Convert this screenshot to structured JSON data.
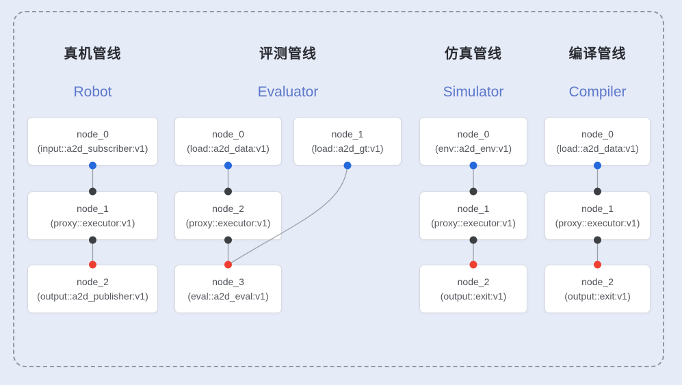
{
  "diagram": {
    "colors": {
      "background": "#e6ebf8",
      "dashed_border": "#9298a3",
      "node_background": "#ffffff",
      "node_border": "#d6d9de",
      "edge": "#98a0a8",
      "port_input_blue": "#2569dd",
      "port_intermediate_dark": "#3d4043",
      "port_output_red": "#ee4031",
      "title_zh_color": "#2a2c31",
      "title_en_color": "#5c78cb"
    },
    "pipelines": [
      {
        "title_zh": "真机管线",
        "title_en": "Robot",
        "nodes": [
          {
            "name": "node_0",
            "type": "(input::a2d_subscriber:v1)"
          },
          {
            "name": "node_1",
            "type": "(proxy::executor:v1)"
          },
          {
            "name": "node_2",
            "type": "(output::a2d_publisher:v1)"
          }
        ]
      },
      {
        "title_zh": "评测管线",
        "title_en": "Evaluator",
        "nodes": [
          {
            "name": "node_0",
            "type": "(load::a2d_data:v1)"
          },
          {
            "name": "node_1",
            "type": "(load::a2d_gt:v1)"
          },
          {
            "name": "node_2",
            "type": "(proxy::executor:v1)"
          },
          {
            "name": "node_3",
            "type": "(eval::a2d_eval:v1)"
          }
        ]
      },
      {
        "title_zh": "仿真管线",
        "title_en": "Simulator",
        "nodes": [
          {
            "name": "node_0",
            "type": "(env::a2d_env:v1)"
          },
          {
            "name": "node_1",
            "type": "(proxy::executor:v1)"
          },
          {
            "name": "node_2",
            "type": "(output::exit:v1)"
          }
        ]
      },
      {
        "title_zh": "编译管线",
        "title_en": "Compiler",
        "nodes": [
          {
            "name": "node_0",
            "type": "(load::a2d_data:v1)"
          },
          {
            "name": "node_1",
            "type": "(proxy::executor:v1)"
          },
          {
            "name": "node_2",
            "type": "(output::exit:v1)"
          }
        ]
      }
    ]
  }
}
